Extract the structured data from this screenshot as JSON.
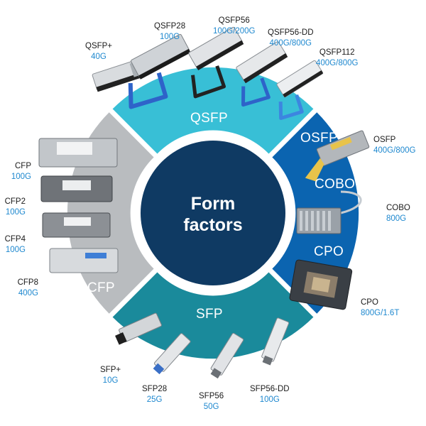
{
  "center_title": [
    "Form",
    "factors"
  ],
  "colors": {
    "qsfp": "#38bfd6",
    "osfp_cobo_cpo": "#0b64b0",
    "sfp": "#1a8a9b",
    "cfp": "#b9bcbf",
    "hub": "#0f3a63",
    "speed_text": "#1e88cf"
  },
  "segments": {
    "qsfp": "QSFP",
    "osfp": "OSFP",
    "cobo": "COBO",
    "cpo": "CPO",
    "sfp": "SFP",
    "cfp": "CFP"
  },
  "modules": {
    "qsfp_plus": {
      "name": "QSFP+",
      "speed": "40G"
    },
    "qsfp28": {
      "name": "QSFP28",
      "speed": "100G"
    },
    "qsfp56": {
      "name": "QSFP56",
      "speed": "100G/200G"
    },
    "qsfp56_dd": {
      "name": "QSFP56-DD",
      "speed": "400G/800G"
    },
    "qsfp112": {
      "name": "QSFP112",
      "speed": "400G/800G"
    },
    "osfp": {
      "name": "OSFP",
      "speed": "400G/800G"
    },
    "cobo": {
      "name": "COBO",
      "speed": "800G"
    },
    "cpo": {
      "name": "CPO",
      "speed": "800G/1.6T"
    },
    "sfp_plus": {
      "name": "SFP+",
      "speed": "10G"
    },
    "sfp28": {
      "name": "SFP28",
      "speed": "25G"
    },
    "sfp56": {
      "name": "SFP56",
      "speed": "50G"
    },
    "sfp56_dd": {
      "name": "SFP56-DD",
      "speed": "100G"
    },
    "cfp": {
      "name": "CFP",
      "speed": "100G"
    },
    "cfp2": {
      "name": "CFP2",
      "speed": "100G"
    },
    "cfp4": {
      "name": "CFP4",
      "speed": "100G"
    },
    "cfp8": {
      "name": "CFP8",
      "speed": "400G"
    }
  }
}
